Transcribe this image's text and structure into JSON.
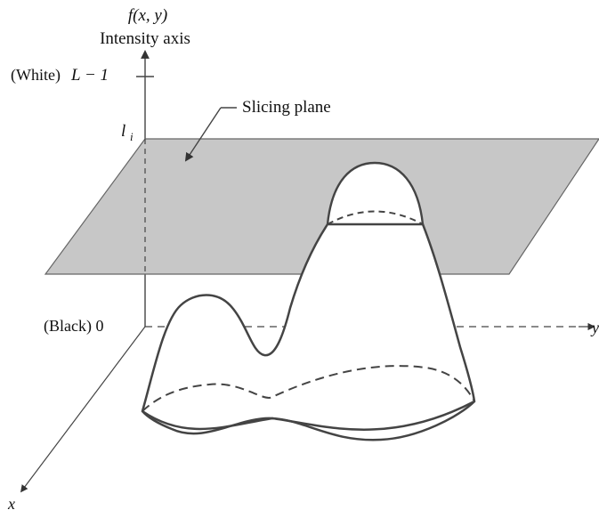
{
  "axes": {
    "vertical_function": "f(x, y)",
    "vertical_axis_label": "Intensity axis",
    "x_axis_label": "x",
    "y_axis_label": "y"
  },
  "levels": {
    "white_prefix": "(White)",
    "white_value": "L − 1",
    "black_label": "(Black) 0",
    "slice_level": "l",
    "slice_level_subscript": "i"
  },
  "callout": {
    "slicing_plane": "Slicing plane"
  },
  "colors": {
    "plane_fill": "#C7C7C7",
    "line": "#444444",
    "text": "#111111",
    "background": "#FFFFFF"
  }
}
